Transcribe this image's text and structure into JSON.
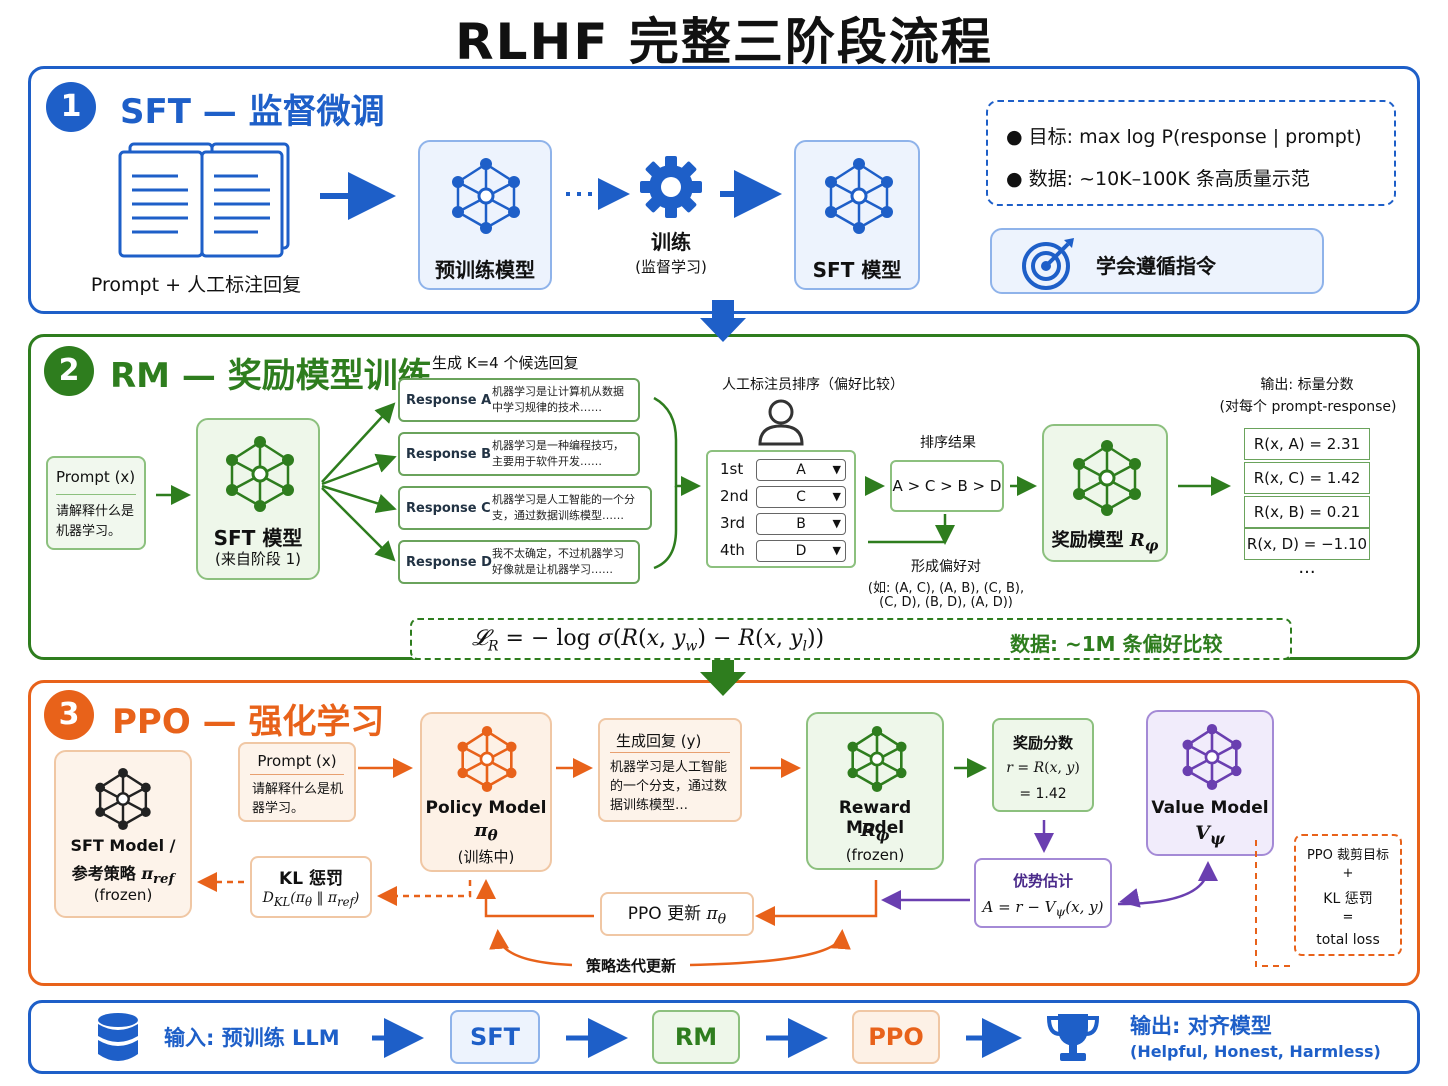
{
  "title": "RLHF 完整三阶段流程",
  "colors": {
    "blue": "#1e5fc8",
    "green": "#2e7d1e",
    "orange": "#e8621a",
    "purple": "#6a3fb0"
  },
  "stage1": {
    "num": "1",
    "heading": "SFT — 监督微调",
    "docs_label": "Prompt + 人工标注回复",
    "pretrained": "预训练模型",
    "train": "训练",
    "train_sub": "(监督学习)",
    "sft": "SFT 模型",
    "goal": "目标:  max log P(response | prompt)",
    "data": "数据:  ~10K–100K 条高质量示范",
    "learn": "学会遵循指令"
  },
  "stage2": {
    "num": "2",
    "heading": "RM — 奖励模型训练",
    "candidates": "生成 K=4 个候选回复",
    "prompt_title": "Prompt (x)",
    "prompt_text": "请解释什么是机器学习。",
    "sft": "SFT 模型",
    "sft_sub": "(来自阶段 1)",
    "responses": [
      {
        "k": "Response A",
        "t": "机器学习是让计算机从数据中学习规律的技术……"
      },
      {
        "k": "Response B",
        "t": "机器学习是一种编程技巧，主要用于软件开发……"
      },
      {
        "k": "Response C",
        "t": "机器学习是人工智能的一个分支，通过数据训练模型……"
      },
      {
        "k": "Response D",
        "t": "我不太确定，不过机器学习好像就是让机器学习……"
      }
    ],
    "annotator": "人工标注员排序（偏好比较）",
    "ranks": [
      {
        "pos": "1st",
        "val": "A"
      },
      {
        "pos": "2nd",
        "val": "C"
      },
      {
        "pos": "3rd",
        "val": "B"
      },
      {
        "pos": "4th",
        "val": "D"
      }
    ],
    "order_title": "排序结果",
    "order": "A > C > B > D",
    "pairs_title": "形成偏好对",
    "pairs": "(如: (A, C), (A, B), (C, B),",
    "pairs2": "(C, D), (B, D), (A, D))",
    "rm": "奖励模型",
    "out_title": "输出: 标量分数",
    "out_sub": "(对每个 prompt-response)",
    "scores": [
      "R(x, A) = 2.31",
      "R(x, C) = 1.42",
      "R(x, B) = 0.21",
      "R(x, D) = −1.10"
    ],
    "ellipsis": "···",
    "data": "数据: ~1M 条偏好比较"
  },
  "stage3": {
    "num": "3",
    "heading": "PPO — 强化学习",
    "ref_line1": "SFT Model /",
    "ref_line2": "参考策略",
    "ref_frozen": "(frozen)",
    "prompt_title": "Prompt (x)",
    "prompt_text": "请解释什么是机器学习。",
    "policy": "Policy Model",
    "policy_sub": "(训练中)",
    "gen_title": "生成回复 (y)",
    "gen_text": "机器学习是人工智能的一个分支，通过数据训练模型…",
    "reward": "Reward Model",
    "reward_sub": "(frozen)",
    "score_title": "奖励分数",
    "score_val": "= 1.42",
    "value": "Value Model",
    "kl": "KL 惩罚",
    "adv": "优势估计",
    "update": "PPO 更新",
    "iter": "策略迭代更新",
    "clip": [
      "PPO 裁剪目标",
      "+",
      "KL 惩罚",
      "=",
      "total loss"
    ]
  },
  "bottom": {
    "input": "输入: 预训练 LLM",
    "steps": [
      "SFT",
      "RM",
      "PPO"
    ],
    "output": "输出: 对齐模型",
    "output_sub": "(Helpful, Honest, Harmless)"
  }
}
